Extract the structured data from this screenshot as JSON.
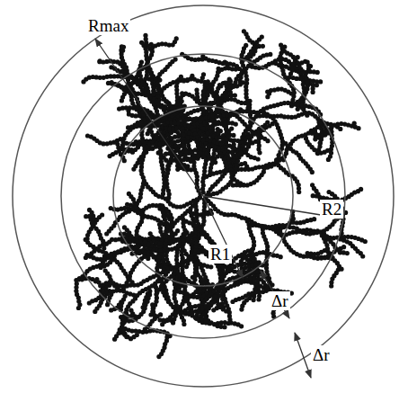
{
  "diagram": {
    "labels": [
      "Rmax",
      "R2",
      "R1",
      "Δr",
      "Δr"
    ]
  }
}
